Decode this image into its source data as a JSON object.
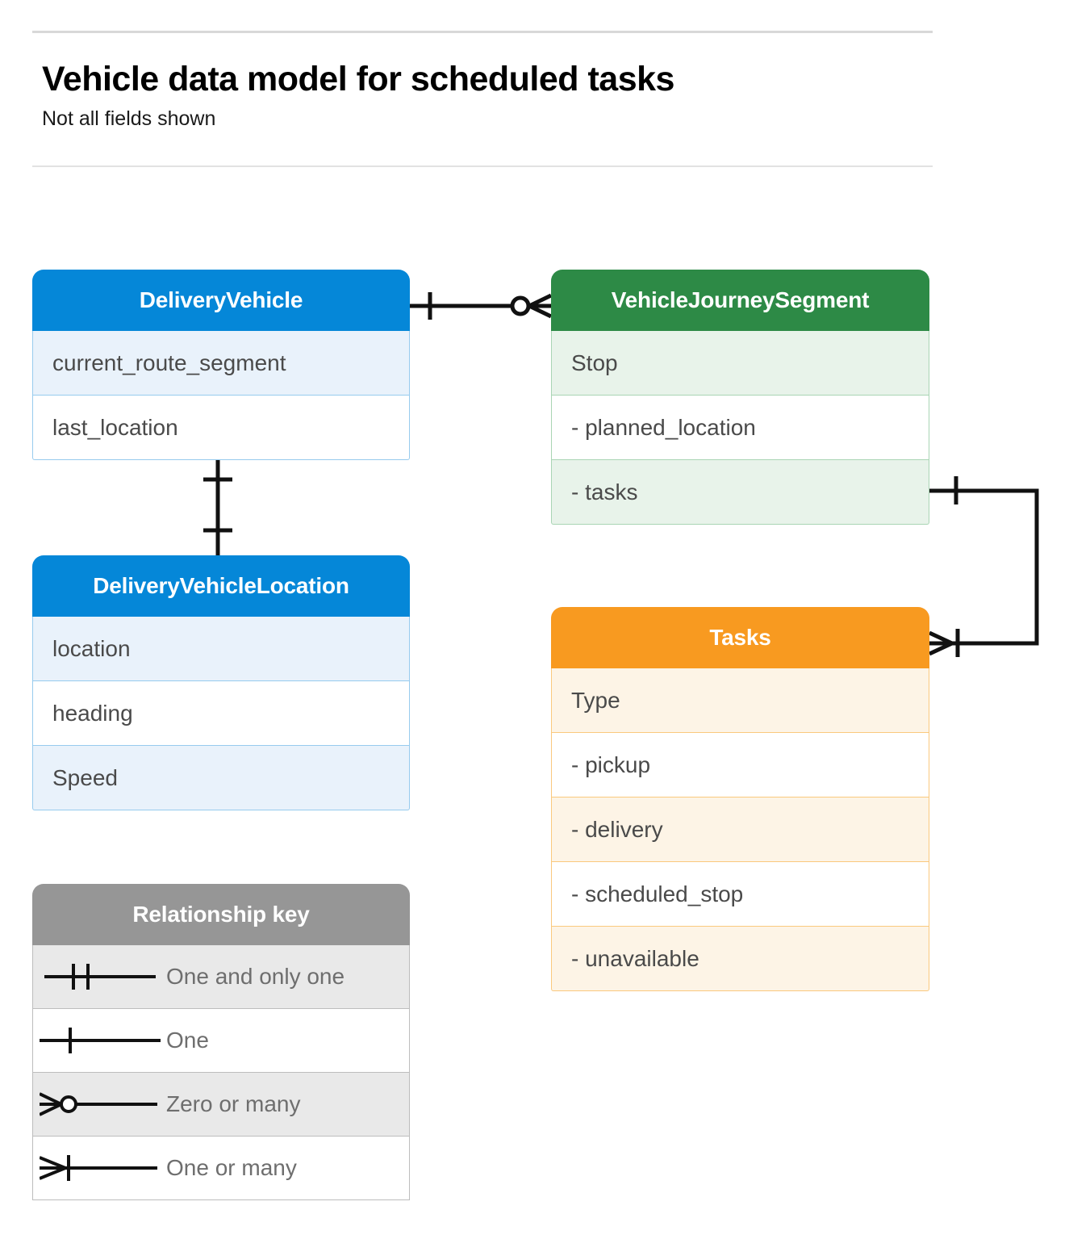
{
  "header": {
    "title": "Vehicle data model for scheduled tasks",
    "subtitle": "Not all fields shown"
  },
  "colors": {
    "blue_header": "#0587d8",
    "blue_row_alt": "#e9f2fb",
    "blue_border": "#97cbee",
    "green_header": "#2d8a46",
    "green_row_alt": "#e8f3ea",
    "green_border": "#a9d5b4",
    "orange_header": "#f89a20",
    "orange_row_alt": "#fdf4e6",
    "orange_border": "#fac97e",
    "gray_header": "#969696",
    "gray_row_alt": "#e9e9e9",
    "gray_border": "#bdbdbd",
    "connector": "#111111",
    "row_text": "#4a4a4a",
    "legend_text": "#6e6e6e"
  },
  "entities": {
    "delivery_vehicle": {
      "name": "DeliveryVehicle",
      "fields": [
        {
          "label": "current_route_segment"
        },
        {
          "label": "last_location"
        }
      ]
    },
    "delivery_vehicle_location": {
      "name": "DeliveryVehicleLocation",
      "fields": [
        {
          "label": "location"
        },
        {
          "label": "heading"
        },
        {
          "label": "Speed"
        }
      ]
    },
    "vehicle_journey_segment": {
      "name": "VehicleJourneySegment",
      "fields": [
        {
          "label": "Stop"
        },
        {
          "label": "-  planned_location"
        },
        {
          "label": "- tasks"
        }
      ]
    },
    "tasks": {
      "name": "Tasks",
      "fields": [
        {
          "label": "Type"
        },
        {
          "label": "-  pickup"
        },
        {
          "label": "-  delivery"
        },
        {
          "label": "-  scheduled_stop"
        },
        {
          "label": "-  unavailable"
        }
      ]
    }
  },
  "relationship_key": {
    "title": "Relationship key",
    "rows": [
      {
        "symbol": "one-and-only-one",
        "label": "One and only one"
      },
      {
        "symbol": "one",
        "label": "One"
      },
      {
        "symbol": "zero-or-many",
        "label": "Zero or many"
      },
      {
        "symbol": "one-or-many",
        "label": "One or many"
      }
    ]
  },
  "relationships": [
    {
      "from": "DeliveryVehicle",
      "to": "VehicleJourneySegment",
      "from_cardinality": "one",
      "to_cardinality": "zero-or-many"
    },
    {
      "from": "DeliveryVehicle",
      "to": "DeliveryVehicleLocation",
      "from_cardinality": "one",
      "to_cardinality": "one"
    },
    {
      "from": "VehicleJourneySegment.tasks",
      "to": "Tasks",
      "from_cardinality": "one",
      "to_cardinality": "one-or-many"
    }
  ]
}
